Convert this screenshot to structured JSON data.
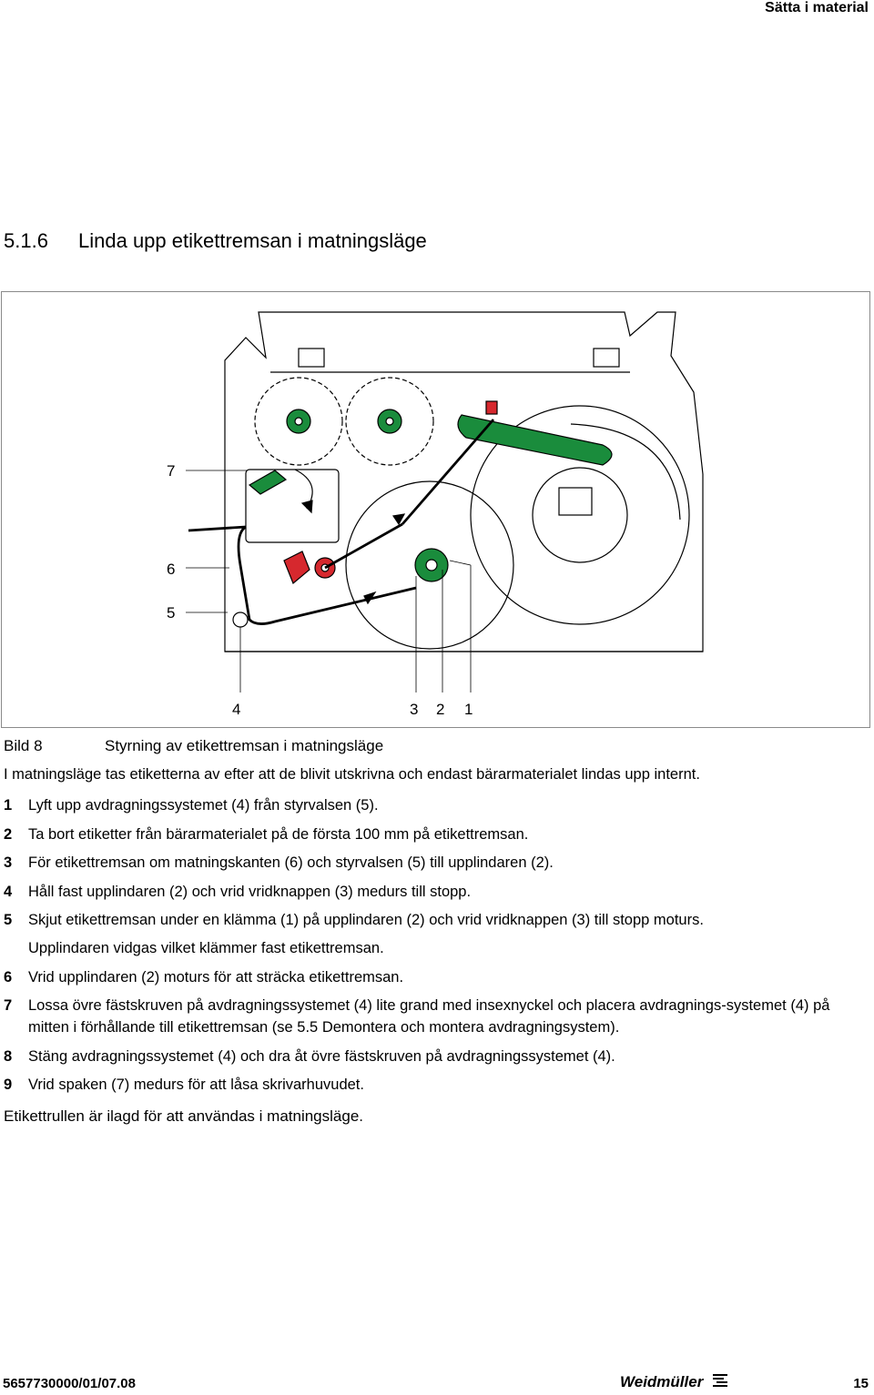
{
  "header": {
    "title": "Sätta i material"
  },
  "section": {
    "number": "5.1.6",
    "title": "Linda upp etikettremsan i matningsläge"
  },
  "figure": {
    "callouts": {
      "c1": "1",
      "c2": "2",
      "c3": "3",
      "c4": "4",
      "c5": "5",
      "c6": "6",
      "c7": "7"
    },
    "colors": {
      "green": "#1a8c3c",
      "red": "#d6282e",
      "line": "#000000"
    }
  },
  "caption": {
    "label": "Bild 8",
    "text": "Styrning av etikettremsan i matningsläge"
  },
  "intro": "I matningsläge tas etiketterna av efter att de blivit utskrivna och endast bärarmaterialet lindas upp internt.",
  "steps": [
    {
      "n": "1",
      "text": "Lyft upp avdragningssystemet (4) från styrvalsen (5)."
    },
    {
      "n": "2",
      "text": "Ta bort etiketter från bärarmaterialet på de första 100 mm på etikettremsan."
    },
    {
      "n": "3",
      "text": "För etikettremsan om matningskanten (6) och styrvalsen (5) till upplindaren (2)."
    },
    {
      "n": "4",
      "text": "Håll fast upplindaren (2) och vrid vridknappen (3) medurs till stopp."
    },
    {
      "n": "5",
      "text": "Skjut etikettremsan under en klämma (1) på upplindaren (2) och vrid vridknappen (3) till stopp moturs.",
      "extra": "Upplindaren vidgas vilket klämmer fast etikettremsan."
    },
    {
      "n": "6",
      "text": "Vrid upplindaren (2) moturs för att sträcka etikettremsan."
    },
    {
      "n": "7",
      "text": "Lossa övre fästskruven på avdragningssystemet (4) lite grand med insexnyckel och placera avdragnings-systemet (4) på mitten i förhållande till etikettremsan (se 5.5 Demontera och montera avdragningsystem)."
    },
    {
      "n": "8",
      "text": "Stäng avdragningssystemet (4) och dra åt övre fästskruven på avdragningssystemet (4)."
    },
    {
      "n": "9",
      "text": "Vrid spaken (7) medurs för att låsa skrivarhuvudet."
    }
  ],
  "closing": "Etikettrullen är ilagd för att användas i matningsläge.",
  "footer": {
    "doc_number": "5657730000/01/07.08",
    "brand": "Weidmüller",
    "page": "15"
  }
}
